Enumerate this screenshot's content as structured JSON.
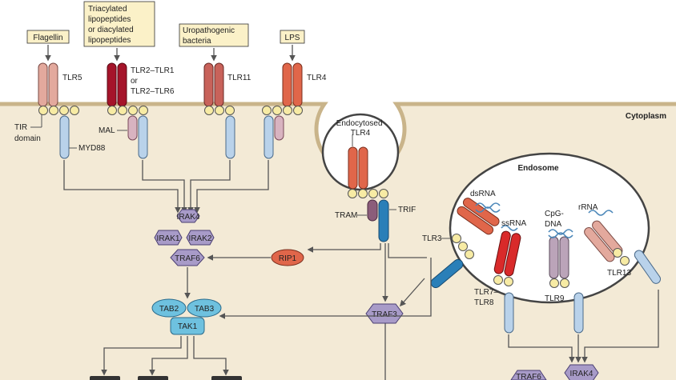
{
  "ligands": {
    "flagellin": "Flagellin",
    "tri_l1": "Triacylated",
    "tri_l2": "lipopeptides",
    "tri_l3": "or diacylated",
    "tri_l4": "lipopeptides",
    "uro_l1": "Uropathogenic",
    "uro_l2": "bacteria",
    "lps": "LPS"
  },
  "receptors": {
    "tlr5": "TLR5",
    "tlr2_l1": "TLR2–TLR1",
    "tlr2_l2": "or",
    "tlr2_l3": "TLR2–TLR6",
    "tlr11": "TLR11",
    "tlr4": "TLR4",
    "endo_tlr4_l1": "Endocytosed",
    "endo_tlr4_l2": "TLR4",
    "tlr3": "TLR3",
    "tlr7_l1": "TLR7–",
    "tlr7_l2": "TLR8",
    "tlr9": "TLR9",
    "tlr13": "TLR13"
  },
  "adaptors": {
    "tir_l1": "TIR",
    "tir_l2": "domain",
    "myd88": "MYD88",
    "mal": "MAL",
    "tram": "TRAM",
    "trif": "TRIF"
  },
  "compartments": {
    "cytoplasm": "Cytoplasm",
    "endosome": "Endosome"
  },
  "nucleic_acids": {
    "dsrna": "dsRNA",
    "ssrna": "ssRNA",
    "cpg_l1": "CpG-",
    "cpg_l2": "DNA",
    "rrna": "rRNA"
  },
  "signaling": {
    "irak4": "IRAK4",
    "irak1": "IRAK1",
    "irak2": "IRAK2",
    "traf6": "TRAF6",
    "rip1": "RIP1",
    "traf3": "TRAF3",
    "tab2": "TAB2",
    "tab3": "TAB3",
    "tak1": "TAK1",
    "traf6_b": "TRAF6",
    "irak4_b": "IRAK4"
  },
  "colors": {
    "membrane": "#c9b48a",
    "cytoplasm": "#f3ead6",
    "label_box": "#fbf1c8",
    "tlr5": "#e3a99d",
    "tlr2": "#a5142a",
    "tlr11": "#c8625a",
    "tlr4": "#e0664a",
    "tlr7": "#d92a2a",
    "tlr9": "#bba4b9",
    "mal": "#d8b3c0",
    "myd88": "#b9d2ea",
    "tir": "#f7eba4",
    "purple_kinase": "#a89bc8",
    "tak_blue": "#6ec1df",
    "rip1": "#e0664a",
    "trif": "#2a7fb8",
    "tram": "#8b5d7a"
  }
}
